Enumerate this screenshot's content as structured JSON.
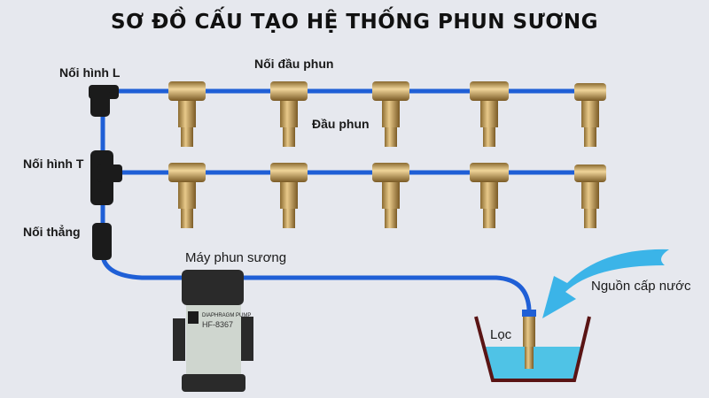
{
  "title": "SƠ ĐỒ CẤU TẠO HỆ THỐNG PHUN SƯƠNG",
  "labels": {
    "l_connector": "Nối hình L",
    "t_connector": "Nối hình T",
    "straight_connector": "Nối thẳng",
    "nozzle_connector": "Nối đầu phun",
    "nozzle": "Đầu phun",
    "pump": "Máy phun sương",
    "water_source": "Nguồn cấp nước",
    "filter": "Lọc"
  },
  "pump_label": {
    "brand_line": "DIAPHRAGM PUMP",
    "model": "HF-8367"
  },
  "colors": {
    "pipe": "#1f5fd6",
    "brass": "#c9a25a",
    "fitting": "#1b1b1b",
    "water": "#4fc3e6",
    "bucket": "#5a1414",
    "arrow": "#3bb4e8",
    "background": "#e6e8ee"
  }
}
